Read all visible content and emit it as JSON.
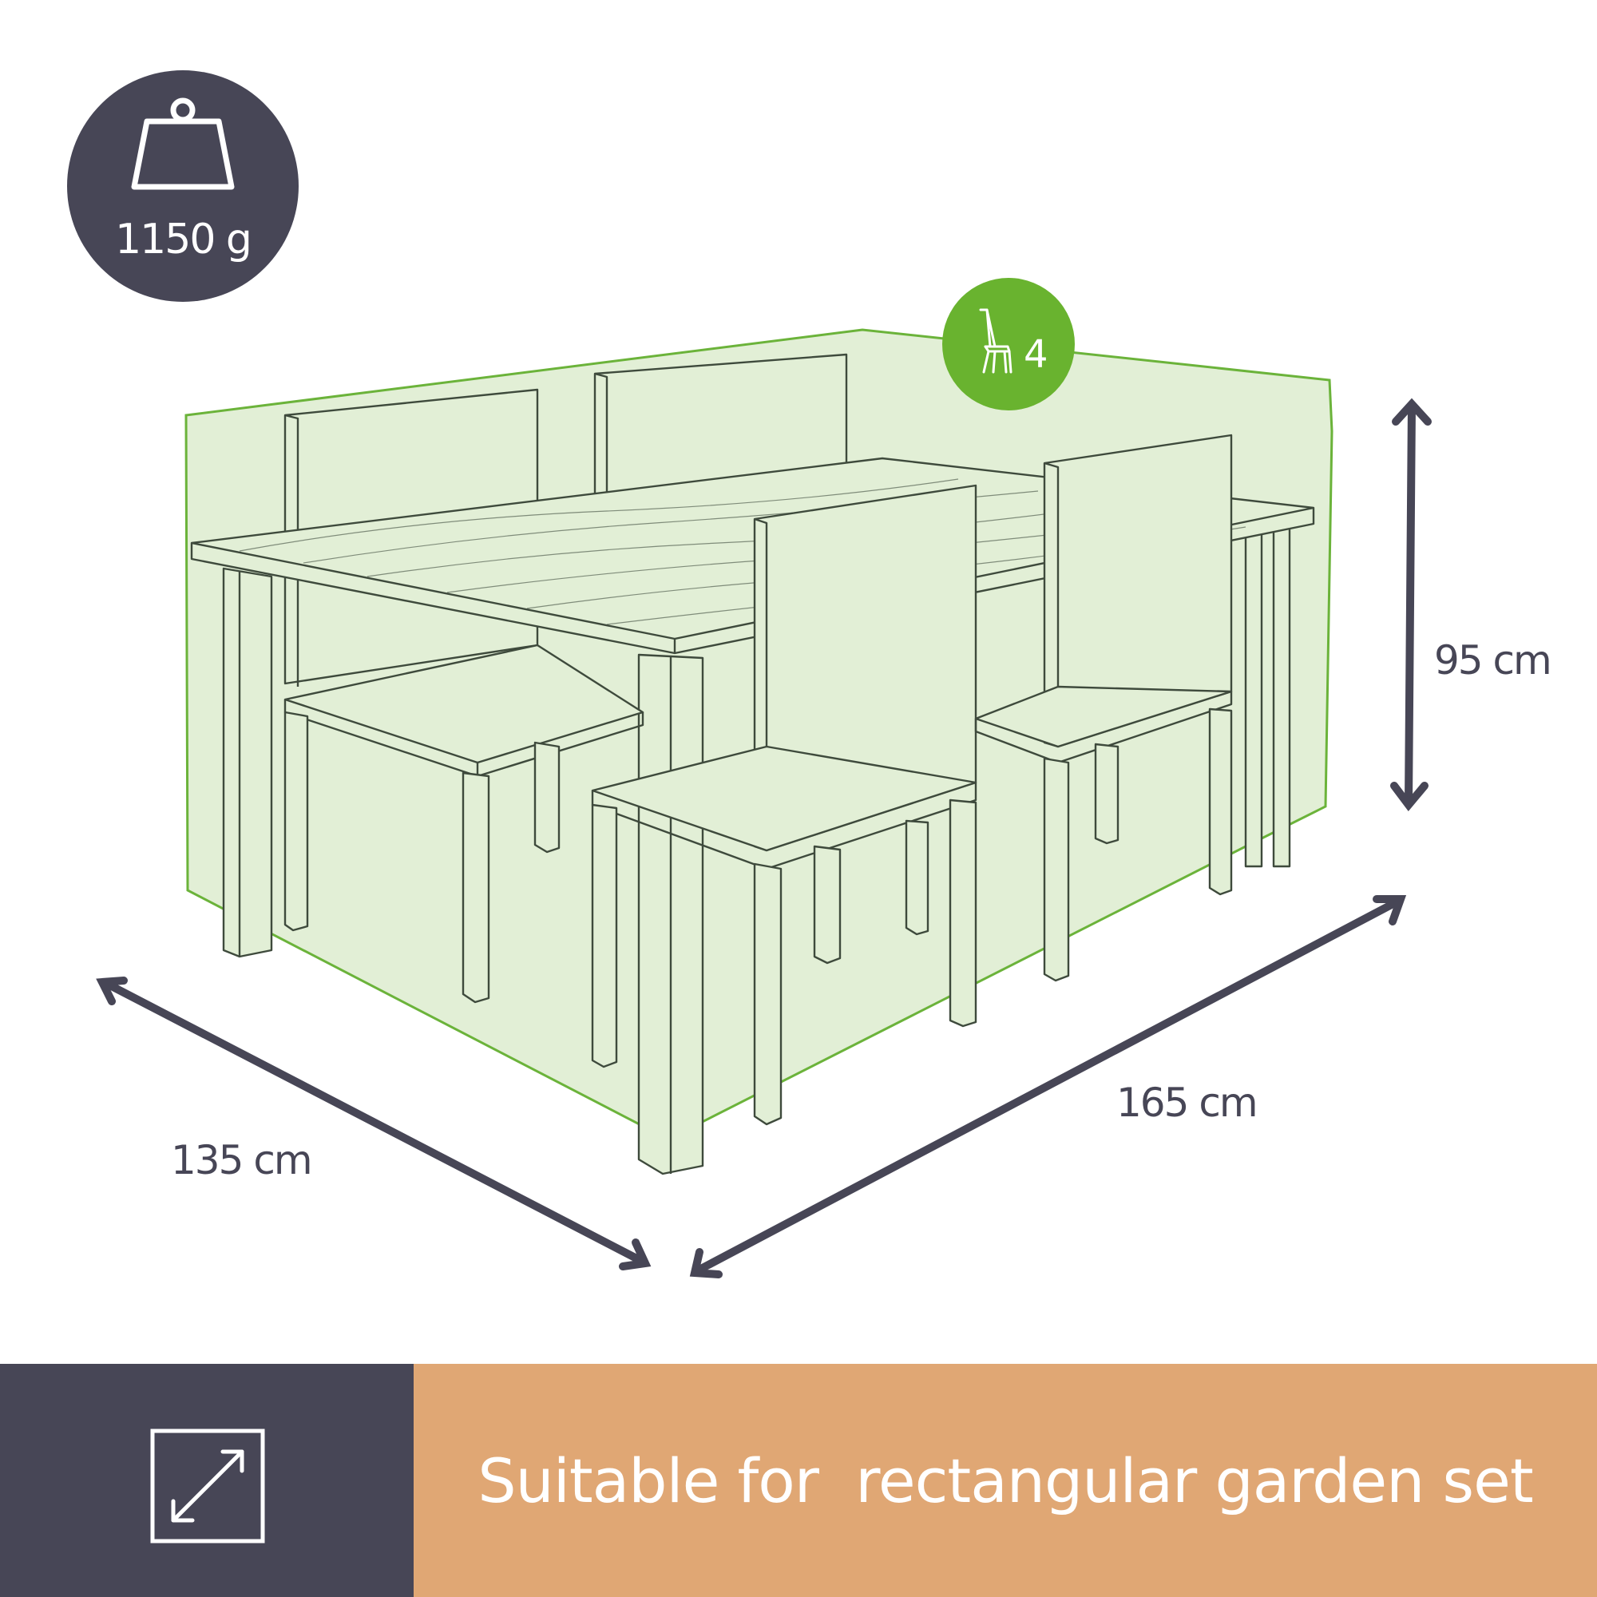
{
  "badges": {
    "weight": {
      "icon": "weight-icon",
      "label": "1150 g"
    },
    "seats": {
      "icon": "chair-icon",
      "count": "4"
    }
  },
  "dimensions": {
    "height": "95 cm",
    "length": "165 cm",
    "width": "135 cm"
  },
  "banner": {
    "icon": "resize-arrow-icon",
    "text": "Suitable for  rectangular garden set"
  },
  "colors": {
    "dark": "#474656",
    "cover_fill": "#e2efd6",
    "cover_outline": "#6bb33a",
    "seat_badge": "#69b32f",
    "banner": "#e0a774",
    "line": "#3e4a3c"
  }
}
